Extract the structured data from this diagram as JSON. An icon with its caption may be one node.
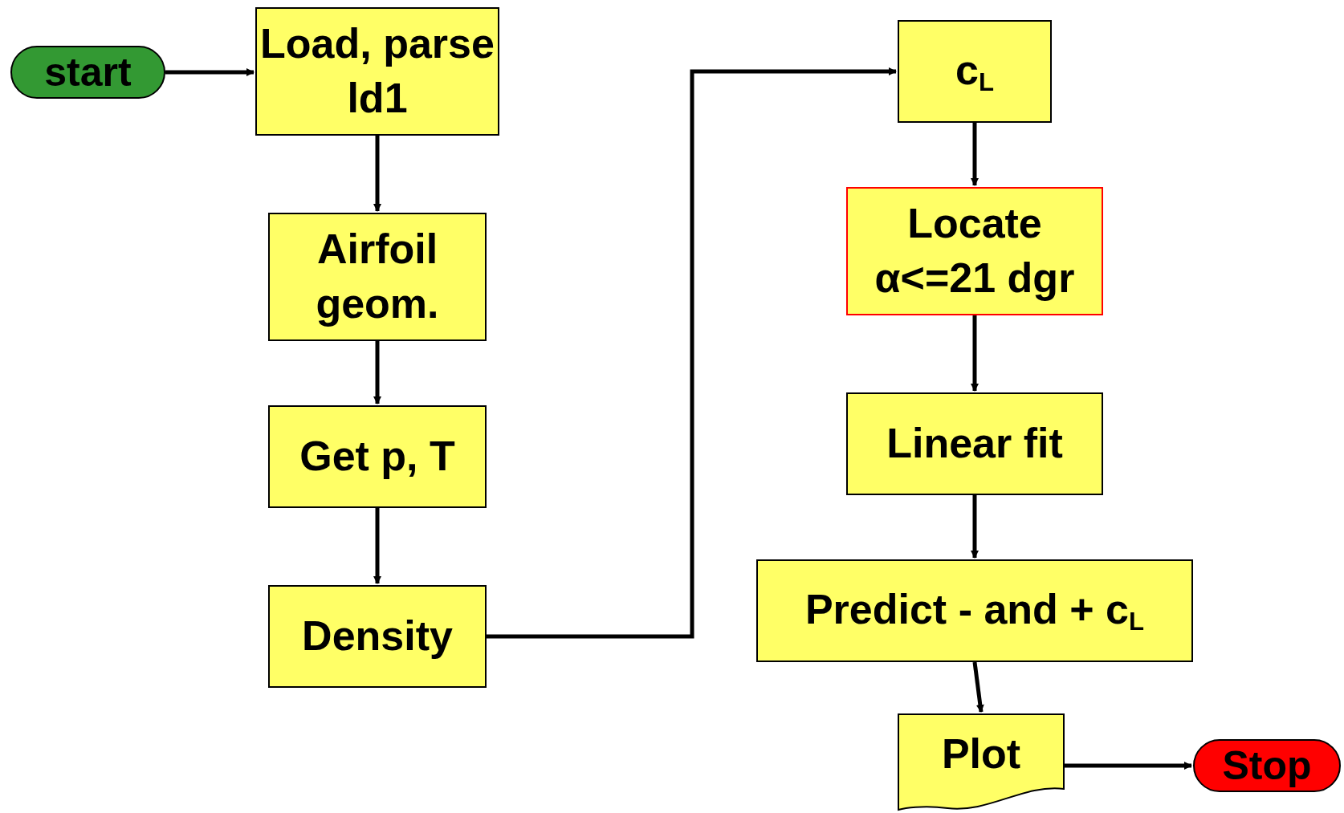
{
  "diagram": {
    "nodes": [
      {
        "text": [
          "start"
        ]
      },
      {
        "text": [
          "Load, parse ld1"
        ]
      },
      {
        "text": [
          "Airfoil geom."
        ]
      },
      {
        "text": [
          "Get p, T"
        ]
      },
      {
        "text": [
          "Density"
        ]
      },
      {
        "text": [
          "c$_{L}$"
        ]
      },
      {
        "text": [
          "Locate",
          "α<=21 dgr"
        ]
      },
      {
        "text": [
          "Linear fit"
        ]
      },
      {
        "text": [
          "Predict - and + c$_{L}$"
        ]
      },
      {
        "text": [
          "Plot"
        ]
      },
      {
        "text": [
          "Stop"
        ]
      }
    ],
    "edges": [
      {
        "from": 0,
        "to": 1,
        "arrow": "to"
      },
      {
        "from": 1,
        "to": 2,
        "arrow": "to"
      },
      {
        "from": 2,
        "to": 3,
        "arrow": "to"
      },
      {
        "from": 3,
        "to": 4,
        "arrow": "to"
      },
      {
        "from": 4,
        "to": 5,
        "arrow": "to"
      },
      {
        "from": 5,
        "to": 6,
        "arrow": "to"
      },
      {
        "from": 6,
        "to": 7,
        "arrow": "to"
      },
      {
        "from": 7,
        "to": 8,
        "arrow": "to"
      },
      {
        "from": 8,
        "to": 9,
        "arrow": "to"
      },
      {
        "from": 9,
        "to": 10,
        "arrow": "to"
      }
    ]
  }
}
